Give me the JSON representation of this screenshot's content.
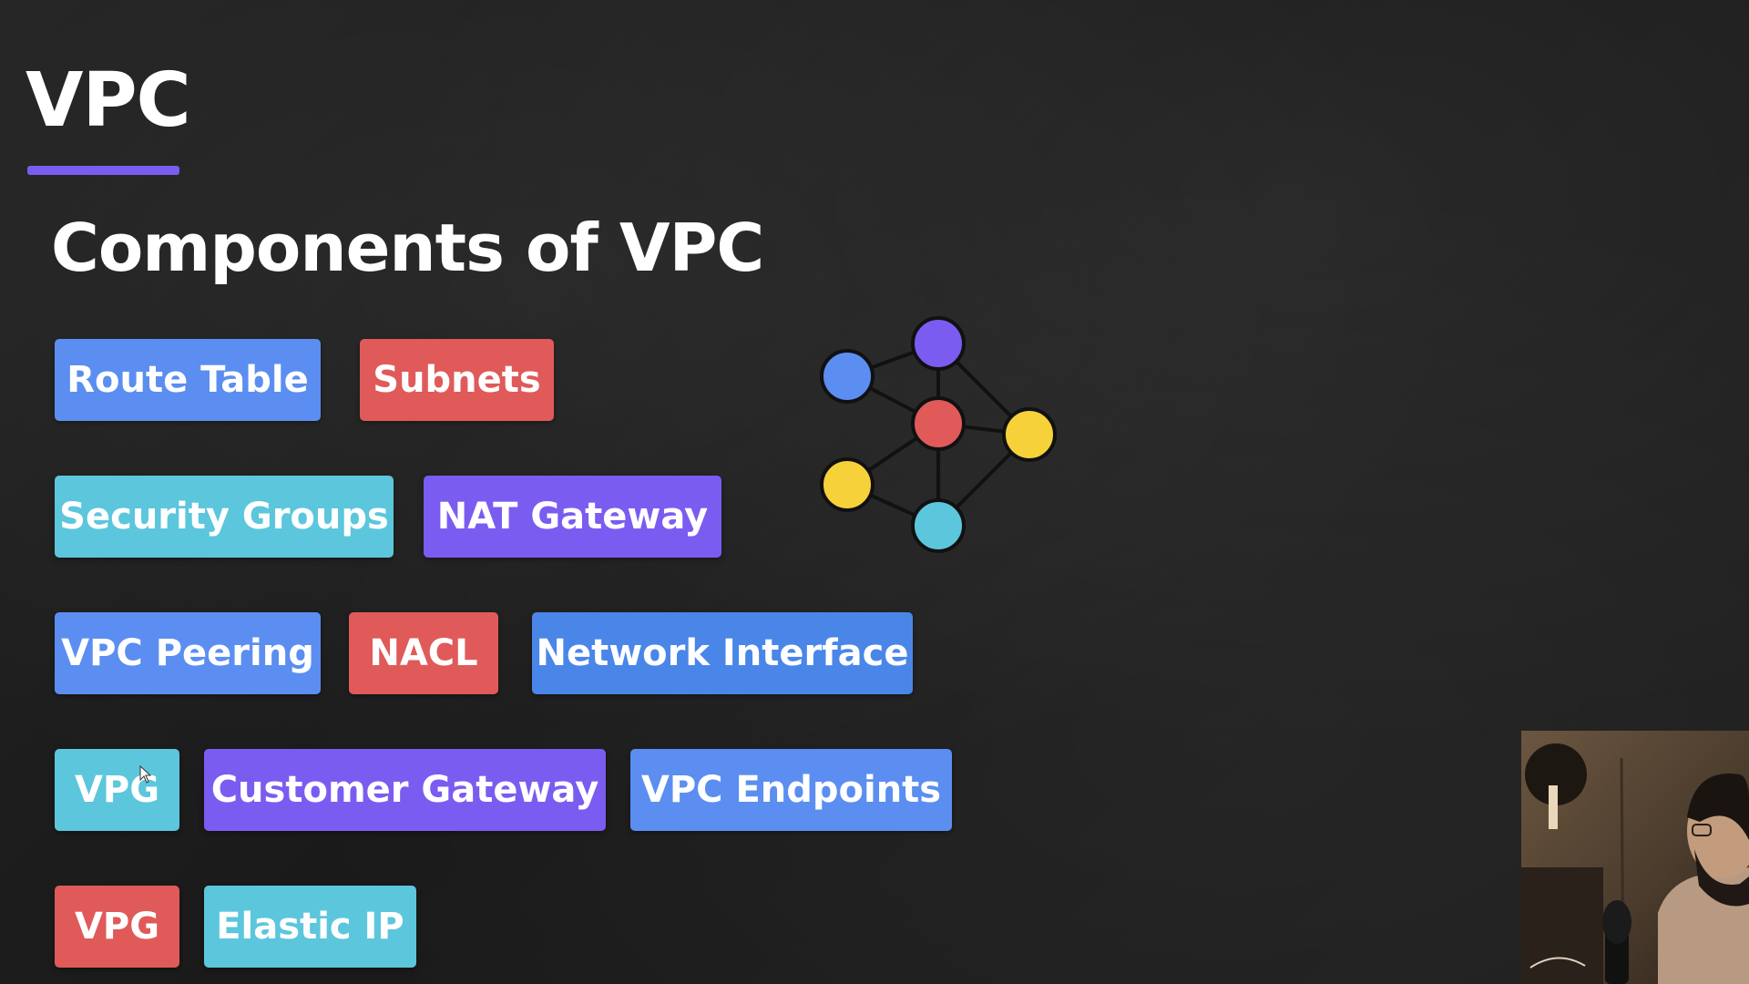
{
  "slide": {
    "title": "VPC",
    "subtitle": "Components of VPC",
    "accent_color": "#7b5cf0"
  },
  "colors": {
    "blue": "#5b8ef0",
    "red": "#e05a5a",
    "cyan": "#5cc6dc",
    "purple": "#7b5cf0",
    "yellow": "#f6d13a"
  },
  "components": [
    {
      "label": "Route Table",
      "color": "#5b8ef0"
    },
    {
      "label": "Subnets",
      "color": "#e05a5a"
    },
    {
      "label": "Security Groups",
      "color": "#5cc6dc"
    },
    {
      "label": "NAT Gateway",
      "color": "#7b5cf0"
    },
    {
      "label": "VPC Peering",
      "color": "#5b8ef0"
    },
    {
      "label": "NACL",
      "color": "#e05a5a"
    },
    {
      "label": "Network Interface",
      "color": "#4a86e8"
    },
    {
      "label": "VPG",
      "color": "#5cc6dc"
    },
    {
      "label": "Customer Gateway",
      "color": "#7b5cf0"
    },
    {
      "label": "VPC Endpoints",
      "color": "#5b8ef0"
    },
    {
      "label": "VPG",
      "color": "#e05a5a"
    },
    {
      "label": "Elastic IP",
      "color": "#5cc6dc"
    }
  ],
  "network_diagram": {
    "icon": "network-graph-icon",
    "node_colors": [
      "#5b8ef0",
      "#7b5cf0",
      "#e05a5a",
      "#f6d13a",
      "#f6d13a",
      "#5cc6dc"
    ]
  },
  "webcam": {
    "icon": "presenter-webcam-overlay"
  }
}
